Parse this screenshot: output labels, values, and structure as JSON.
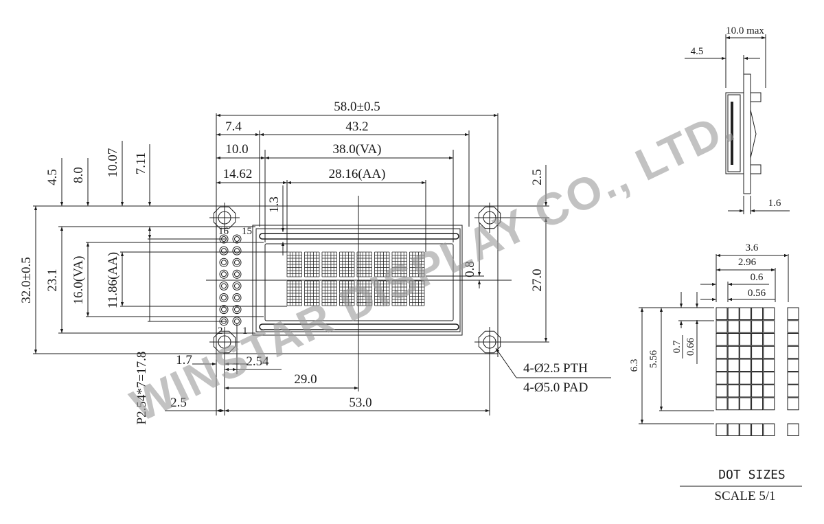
{
  "watermark": "WINSTAR DISPLAY CO., LTD.",
  "front_view": {
    "dims_top": {
      "overall_width": "58.0±0.5",
      "bezel_offset": "7.4",
      "bezel_width": "43.2",
      "va_offset": "10.0",
      "va_width": "38.0(VA)",
      "aa_offset": "14.62",
      "aa_width": "28.16(AA)",
      "aa_top_gap": "1.3"
    },
    "dims_left": {
      "overall_height": "32.0±0.5",
      "bezel_offset": "4.5",
      "bezel_height": "23.1",
      "va_offset": "8.0",
      "va_height": "16.0(VA)",
      "aa_offset": "10.07",
      "aa_height": "11.86(AA)",
      "pin_offset": "7.11"
    },
    "dims_right": {
      "hole_offset": "2.5",
      "hole_pitch_v": "27.0",
      "char_gap": "0.8"
    },
    "dims_bottom": {
      "pin_offset": "1.7",
      "pin_pitch": "2.54",
      "center_offset": "29.0",
      "hole_offset": "2.5",
      "hole_pitch_h": "53.0",
      "pin_span": "P2.54*7=17.8"
    },
    "pin_labels": {
      "p16": "16",
      "p15": "15",
      "p2": "2",
      "p1": "1"
    },
    "hole_note": [
      "4-Ø2.5 PTH",
      "4-Ø5.0 PAD"
    ],
    "char_rows": 2,
    "char_cols": 8
  },
  "side_view": {
    "max_thickness": "10.0 max",
    "module_depth": "4.5",
    "pcb_thickness": "1.6"
  },
  "dot_detail": {
    "char_width": "3.6",
    "dot_matrix_width": "2.96",
    "dot_pitch_h": "0.6",
    "dot_width": "0.56",
    "char_height": "6.3",
    "dot_matrix_height": "5.56",
    "dot_pitch_v": "0.7",
    "dot_height": "0.66",
    "title": "DOT SIZES",
    "scale": "SCALE 5/1"
  }
}
